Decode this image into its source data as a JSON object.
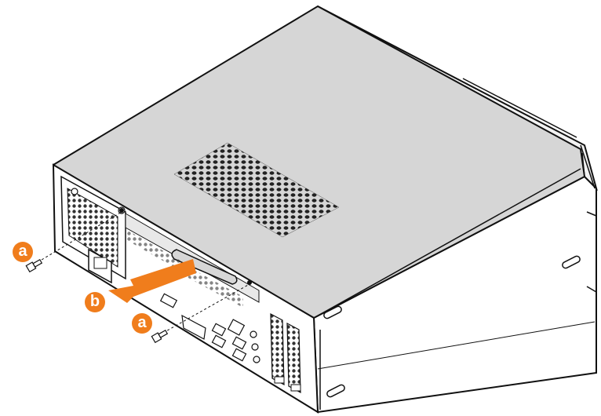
{
  "diagram": {
    "callouts": [
      {
        "id": "screw-left",
        "label": "a"
      },
      {
        "id": "arrow-slide",
        "label": "b"
      },
      {
        "id": "screw-right",
        "label": "a"
      }
    ],
    "colors": {
      "callout_fill": "#f07d1c",
      "arrow": "#f07d1c",
      "cover": "#d6d6d6",
      "cover_edge": "#1a1a1a",
      "chassis_side": "#ffffff",
      "vent_hole": "#222222"
    }
  }
}
